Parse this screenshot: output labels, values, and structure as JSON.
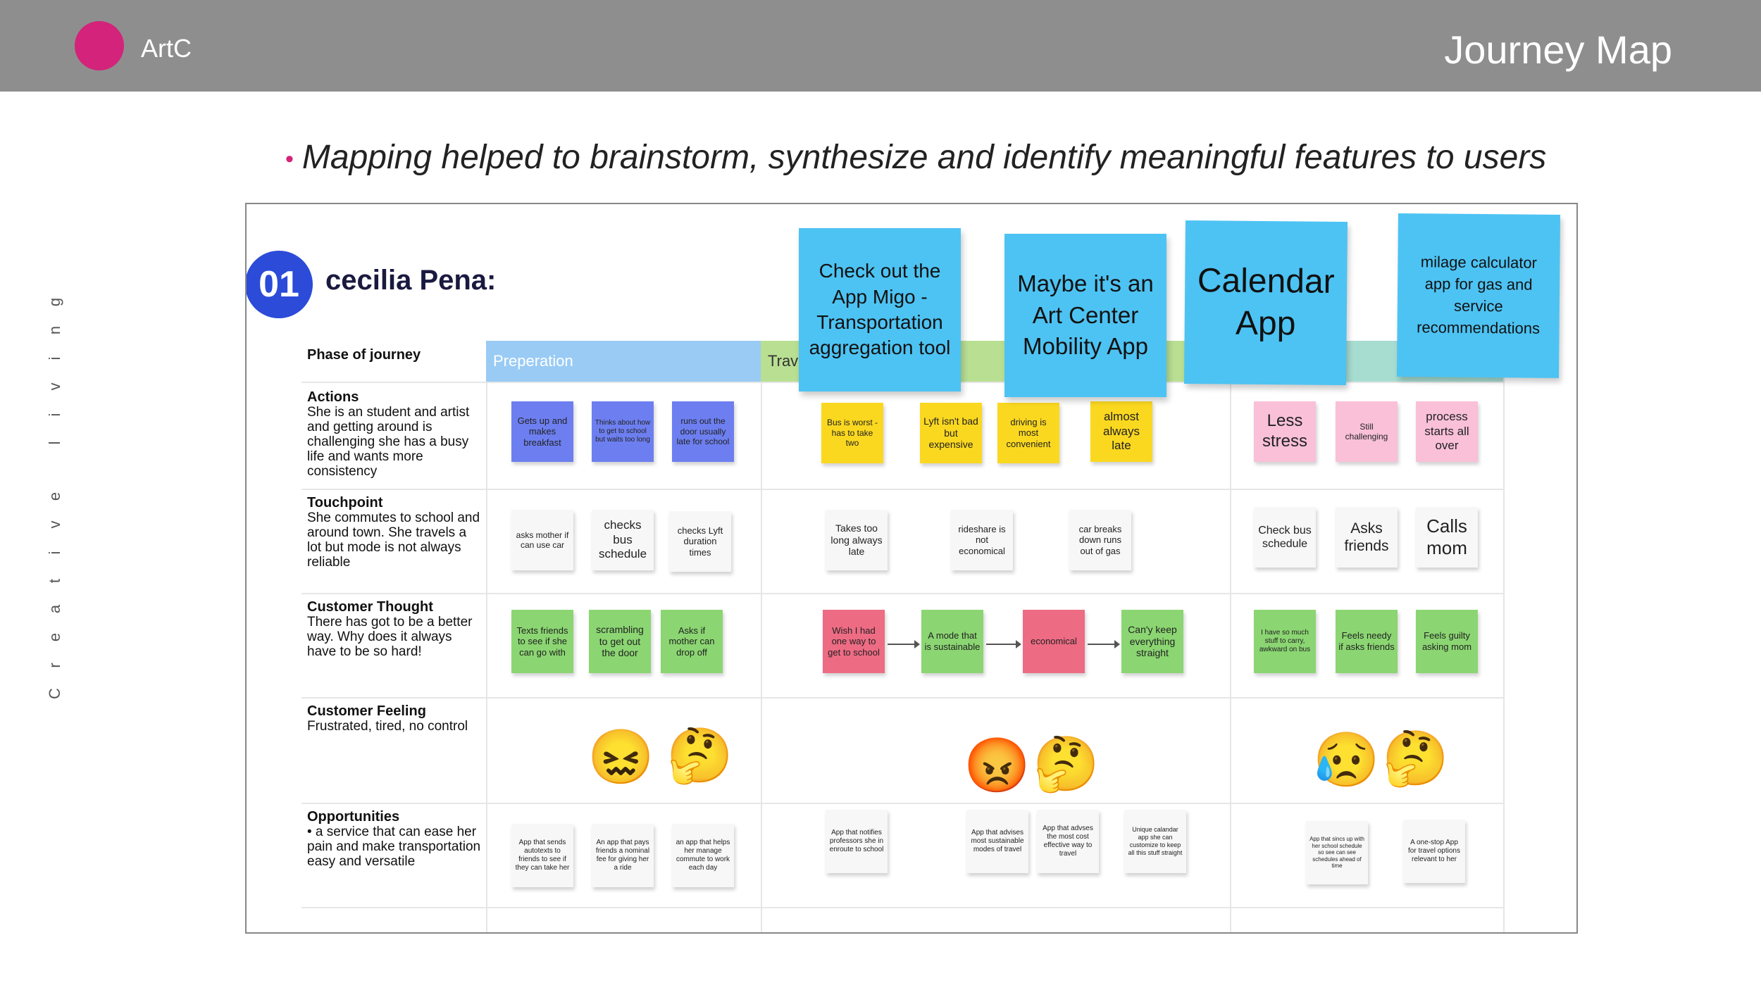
{
  "header": {
    "brand": "ArtC",
    "title": "Journey Map"
  },
  "side_text": [
    "C",
    "r",
    "e",
    "a",
    "t",
    "i",
    "v",
    "e",
    "l",
    "i",
    "v",
    "i",
    "n",
    "g"
  ],
  "subtitle": "Mapping helped to brainstorm, synthesize and identify meaningful features to users",
  "persona": {
    "number": "01",
    "name": "cecilia Pena:"
  },
  "rows": {
    "phase": {
      "title": "Phase of journey"
    },
    "actions": {
      "title": "Actions",
      "desc": "She is an student and artist and getting around is challenging she has a busy life and wants more consistency"
    },
    "touchpoint": {
      "title": "Touchpoint",
      "desc": "She commutes to school and around town. She travels a lot but mode is not always reliable"
    },
    "thought": {
      "title": "Customer Thought",
      "desc": "There has got to be a better way. Why does it always have to be so hard!"
    },
    "feeling": {
      "title": "Customer Feeling",
      "desc": "Frustrated, tired, no control"
    },
    "opportunities": {
      "title": "Opportunities",
      "desc": "• a service that can ease her pain and make transportation easy and versatile"
    }
  },
  "phases": [
    {
      "label": "Preperation"
    },
    {
      "label": "Trave"
    }
  ],
  "big_notes": [
    "Check out the App Migo - Transportation aggregation tool",
    "Maybe it's an Art Center Mobility App",
    "Calendar App",
    "milage calculator app for gas and service recommendations"
  ],
  "notes": {
    "actions": [
      "Gets up and makes breakfast",
      "Thinks about how to get to school but waits too long",
      "runs out the door usually late for school",
      "Bus is worst - has to take two",
      "Lyft isn't bad but expensive",
      "driving is most convenient",
      "almost always late",
      "Less stress",
      "Still challenging",
      "process starts all over"
    ],
    "touchpoint": [
      "asks mother if can use car",
      "checks bus schedule",
      "checks Lyft duration times",
      "Takes too long always late",
      "rideshare is not economical",
      "car breaks down runs out of gas",
      "Check bus schedule",
      "Asks friends",
      "Calls mom"
    ],
    "thought": [
      "Texts friends to see if she can go with",
      "scrambling to get out the door",
      "Asks if mother can drop off",
      "Wish I had one way to get to school",
      "A mode that is sustainable",
      "economical",
      "Can'y keep everything straight",
      "I have so much stuff to carry, awkward on bus",
      "Feels needy if asks friends",
      "Feels guilty asking mom"
    ],
    "opportunities": [
      "App that sends autotexts to friends to see if they can take her",
      "An app that pays friends a nominal fee for giving her a ride",
      "an app that helps her manage commute to work each day",
      "App that notifies professors she in enroute to school",
      "App that advises most sustainable modes of travel",
      "App that advses the most cost effective way to travel",
      "Unique calandar app she can customize to keep all this stuff straight",
      "App that sincs up with her school schedule so see can see schedules ahead of time",
      "A one-stop App for travel options relevant to her"
    ]
  },
  "emojis": [
    "😖",
    "🤔",
    "😡",
    "🤔",
    "😥",
    "🤔"
  ],
  "colors": {
    "accent": "#d3237a",
    "badge": "#2b4bd8",
    "big_note": "#4dc3f3",
    "note_blue": "#6d7ff0",
    "note_yellow": "#fbd820",
    "note_pink": "#f9c0d8",
    "note_green": "#8bd672",
    "note_red": "#ee6b84",
    "note_white": "#f7f7f7"
  }
}
